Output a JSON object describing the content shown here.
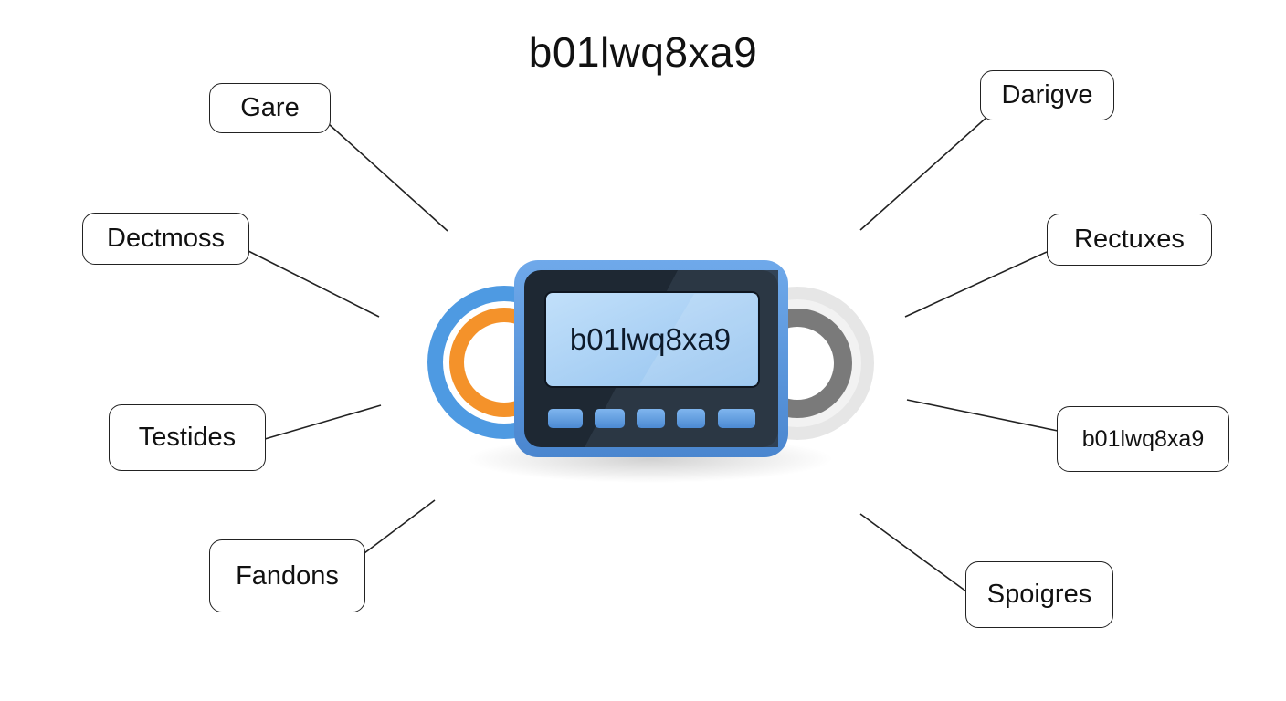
{
  "title": "b01lwq8xa9",
  "device": {
    "screen_text": "b01lwq8xa9",
    "colors": {
      "body_blue": "#5b9be0",
      "bezel_dark": "#1e2833",
      "screen_blue": "#a9d2f6",
      "ring_blue": "#4e9ae2",
      "ring_orange": "#f4922a",
      "ring_gray": "#7a7a7a",
      "ring_light": "#e6e6e6"
    }
  },
  "callouts": {
    "left": [
      {
        "label": "Gare"
      },
      {
        "label": "Dectmoss"
      },
      {
        "label": "Testides"
      },
      {
        "label": "Fandons"
      }
    ],
    "right": [
      {
        "label": "Darigve"
      },
      {
        "label": "Rectuxes"
      },
      {
        "label": "b01lwq8xa9"
      },
      {
        "label": "Spoigres"
      }
    ]
  }
}
